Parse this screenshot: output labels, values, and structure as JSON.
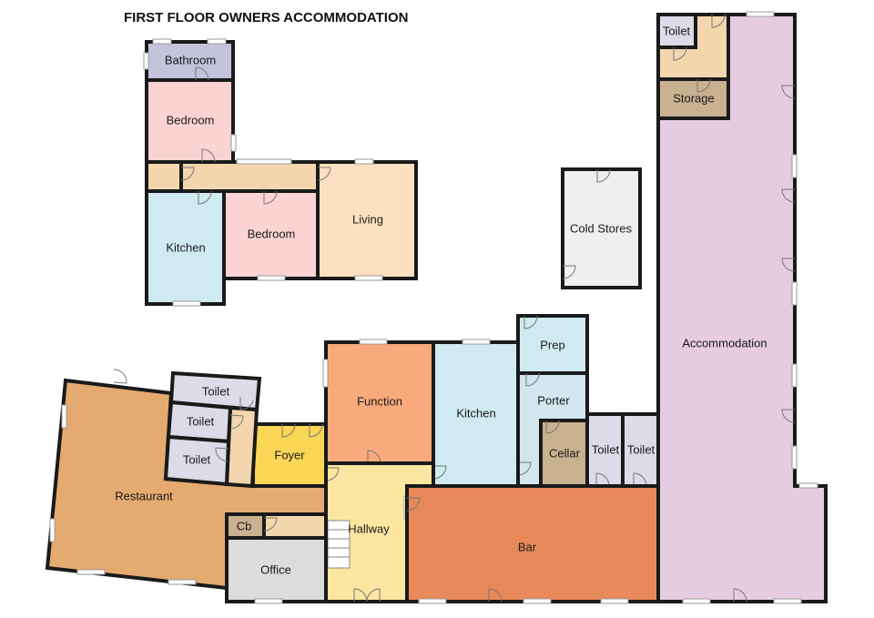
{
  "title": "FIRST FLOOR OWNERS ACCOMMODATION",
  "rooms": {
    "bathroom": "Bathroom",
    "bedroom_upper": "Bedroom",
    "kitchen_upper": "Kitchen",
    "bedroom_lower": "Bedroom",
    "living": "Living",
    "cold_stores": "Cold Stores",
    "toilet_top": "Toilet",
    "storage": "Storage",
    "accommodation": "Accommodation",
    "prep": "Prep",
    "porter": "Porter",
    "cellar": "Cellar",
    "toilet_bar_1": "Toilet",
    "toilet_bar_2": "Toilet",
    "function": "Function",
    "kitchen_main": "Kitchen",
    "foyer": "Foyer",
    "toilet_r1": "Toilet",
    "toilet_r2": "Toilet",
    "toilet_r3": "Toilet",
    "restaurant": "Restaurant",
    "cb": "Cb",
    "office": "Office",
    "hallway": "Hallway",
    "bar": "Bar"
  },
  "colors": {
    "bathroom": "#c3c3dc",
    "bedroom": "#fbd3d3",
    "kitchen": "#cfeaf0",
    "living": "#fde0c0",
    "corridor": "#f3d6ad",
    "cold_stores": "#efefef",
    "storage": "#c9b08f",
    "accommodation": "#e6cce1",
    "prep": "#cfeaf0",
    "porter": "#d3e5ee",
    "cellar": "#c9b08f",
    "toilet": "#dcdce8",
    "function": "#f8aa7c",
    "foyer": "#fad657",
    "restaurant": "#e5aa70",
    "office": "#dcdcdc",
    "hallway": "#fde6a0",
    "bar": "#e8895a",
    "yellow_strip": "#f5c84a"
  }
}
